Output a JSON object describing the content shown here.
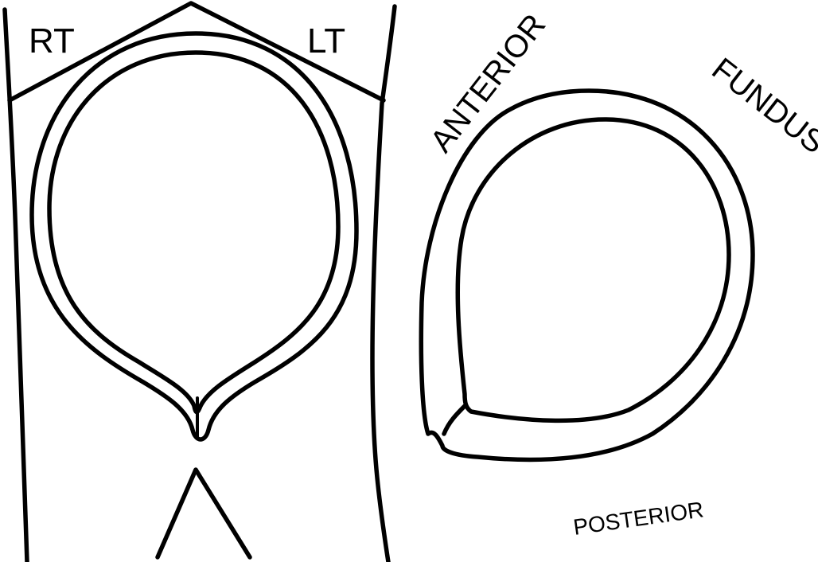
{
  "labels": {
    "right": "RT",
    "left": "LT",
    "anterior": "ANTERIOR",
    "fundus": "FUNDUS",
    "posterior": "POSTERIOR"
  },
  "colors": {
    "line": "#000000",
    "background": "#ffffff"
  }
}
